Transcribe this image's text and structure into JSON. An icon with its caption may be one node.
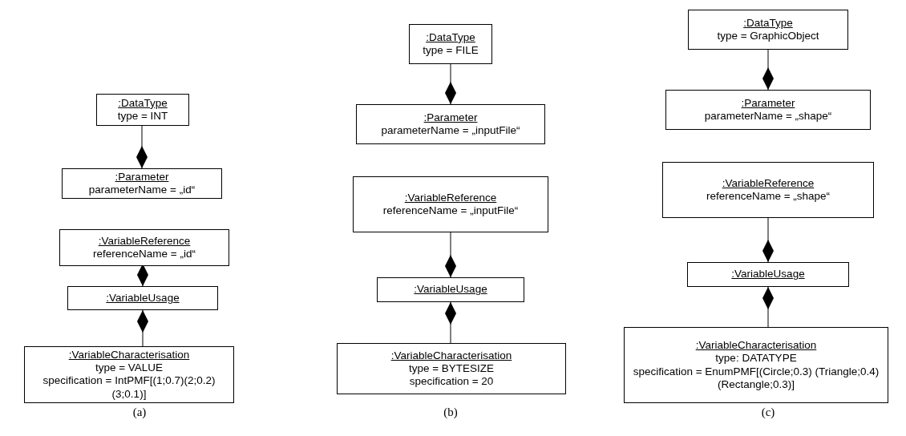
{
  "diagram": {
    "nodes": [
      {
        "text": [
          ":DataType",
          "type = INT"
        ]
      },
      {
        "text": [
          ":Parameter",
          "parameterName = „id“"
        ]
      },
      {
        "text": [
          ":VariableReference",
          "referenceName = „id“"
        ]
      },
      {
        "text": [
          ":VariableUsage"
        ]
      },
      {
        "text": [
          ":VariableCharacterisation",
          "type = VALUE",
          "specification = IntPMF[(1;0.7)(2;0.2)(3;0.1)]"
        ]
      },
      {
        "text": [
          ":DataType",
          "type = FILE"
        ]
      },
      {
        "text": [
          ":Parameter",
          "parameterName = „inputFile“"
        ]
      },
      {
        "text": [
          ":VariableReference",
          "referenceName = „inputFile“"
        ]
      },
      {
        "text": [
          ":VariableUsage"
        ]
      },
      {
        "text": [
          ":VariableCharacterisation",
          "type = BYTESIZE",
          "specification = 20"
        ]
      },
      {
        "text": [
          ":DataType",
          "type = GraphicObject"
        ]
      },
      {
        "text": [
          ":Parameter",
          "parameterName = „shape“"
        ]
      },
      {
        "text": [
          ":VariableReference",
          "referenceName = „shape“"
        ]
      },
      {
        "text": [
          ":VariableUsage"
        ]
      },
      {
        "text": [
          ":VariableCharacterisation",
          "type: DATATYPE",
          "specification = EnumPMF[(Circle;0.3) (Triangle;0.4)(Rectangle;0.3)]"
        ]
      }
    ],
    "edges": [
      {
        "from": 1,
        "to": 0,
        "arrow": "other"
      },
      {
        "from": 3,
        "to": 2,
        "arrow": "other"
      },
      {
        "from": 3,
        "to": 4,
        "arrow": "other"
      },
      {
        "from": 6,
        "to": 5,
        "arrow": "other"
      },
      {
        "from": 8,
        "to": 7,
        "arrow": "other"
      },
      {
        "from": 8,
        "to": 9,
        "arrow": "other"
      },
      {
        "from": 11,
        "to": 10,
        "arrow": "other"
      },
      {
        "from": 13,
        "to": 12,
        "arrow": "other"
      },
      {
        "from": 13,
        "to": 14,
        "arrow": "other"
      }
    ],
    "labels": [
      "(a)",
      "(b)",
      "(c)"
    ]
  }
}
